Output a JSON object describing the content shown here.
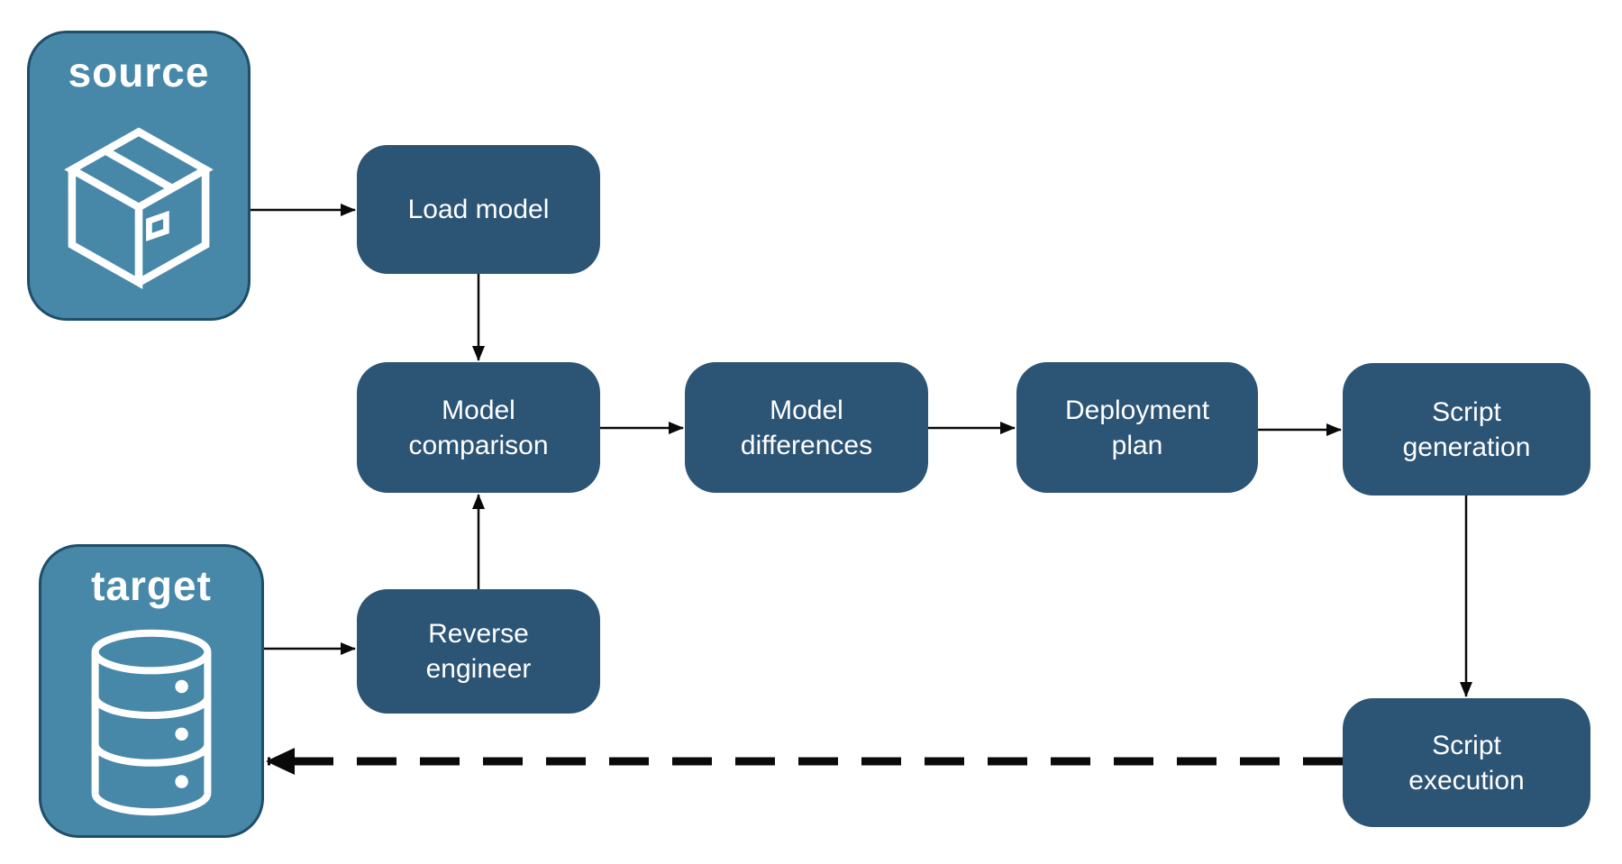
{
  "colors": {
    "node_fill": "#2B5475",
    "endpoint_fill": "#4788A8",
    "endpoint_border": "#1F4E69",
    "arrow": "#0A0A0A",
    "label_text": "#FFFFFF",
    "canvas_bg": "#FFFFFF"
  },
  "endpoints": [
    {
      "id": "source",
      "label": "source",
      "icon": "package-icon"
    },
    {
      "id": "target",
      "label": "target",
      "icon": "database-icon"
    }
  ],
  "nodes": [
    {
      "id": "load-model",
      "lines": [
        "Load model",
        ""
      ]
    },
    {
      "id": "model-comparison",
      "lines": [
        "Model",
        "comparison"
      ]
    },
    {
      "id": "model-differences",
      "lines": [
        "Model",
        "differences"
      ]
    },
    {
      "id": "deployment-plan",
      "lines": [
        "Deployment",
        "plan"
      ]
    },
    {
      "id": "script-generation",
      "lines": [
        "Script",
        "generation"
      ]
    },
    {
      "id": "reverse-engineer",
      "lines": [
        "Reverse",
        "engineer"
      ]
    },
    {
      "id": "script-execution",
      "lines": [
        "Script",
        "execution"
      ]
    }
  ],
  "edges": [
    {
      "from": "source",
      "to": "load-model",
      "style": "solid"
    },
    {
      "from": "load-model",
      "to": "model-comparison",
      "style": "solid"
    },
    {
      "from": "model-comparison",
      "to": "model-differences",
      "style": "solid"
    },
    {
      "from": "model-differences",
      "to": "deployment-plan",
      "style": "solid"
    },
    {
      "from": "deployment-plan",
      "to": "script-generation",
      "style": "solid"
    },
    {
      "from": "script-generation",
      "to": "script-execution",
      "style": "solid"
    },
    {
      "from": "target",
      "to": "reverse-engineer",
      "style": "solid"
    },
    {
      "from": "reverse-engineer",
      "to": "model-comparison",
      "style": "solid"
    },
    {
      "from": "script-execution",
      "to": "target",
      "style": "dashed"
    }
  ]
}
